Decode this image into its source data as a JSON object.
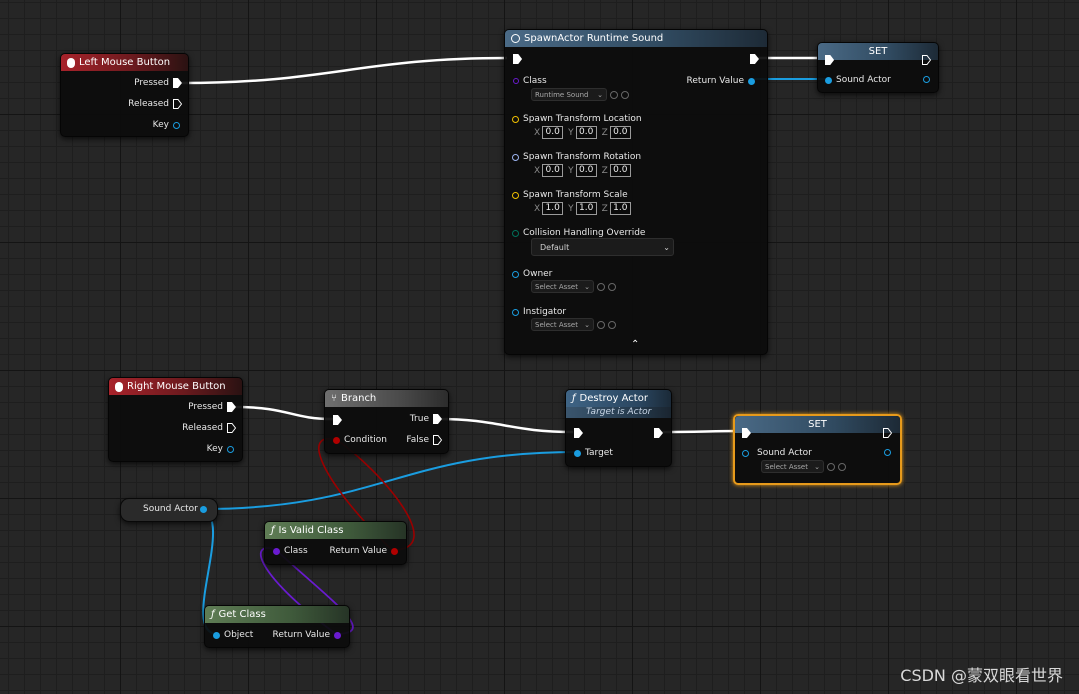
{
  "nodes": {
    "left_mouse": {
      "title": "Left Mouse Button",
      "pressed": "Pressed",
      "released": "Released",
      "key": "Key"
    },
    "spawn_actor": {
      "title": "SpawnActor Runtime Sound",
      "class_label": "Class",
      "class_value": "Runtime Sound",
      "return_value": "Return Value",
      "loc_label": "Spawn Transform Location",
      "loc": [
        "0.0",
        "0.0",
        "0.0"
      ],
      "rot_label": "Spawn Transform Rotation",
      "rot": [
        "0.0",
        "0.0",
        "0.0"
      ],
      "scale_label": "Spawn Transform Scale",
      "scale": [
        "1.0",
        "1.0",
        "1.0"
      ],
      "axes": [
        "X",
        "Y",
        "Z"
      ],
      "collision_label": "Collision Handling Override",
      "collision_value": "Default",
      "owner_label": "Owner",
      "owner_value": "Select Asset",
      "instigator_label": "Instigator",
      "instigator_value": "Select Asset"
    },
    "set_top": {
      "title": "SET",
      "pin": "Sound Actor"
    },
    "right_mouse": {
      "title": "Right Mouse Button",
      "pressed": "Pressed",
      "released": "Released",
      "key": "Key"
    },
    "branch": {
      "title": "Branch",
      "condition": "Condition",
      "true_label": "True",
      "false_label": "False"
    },
    "destroy_actor": {
      "title": "Destroy Actor",
      "subtitle": "Target is Actor",
      "target": "Target"
    },
    "set_bottom": {
      "title": "SET",
      "pin": "Sound Actor",
      "value": "Select Asset"
    },
    "sound_actor_var": {
      "label": "Sound Actor"
    },
    "is_valid_class": {
      "title": "Is Valid Class",
      "class_label": "Class",
      "return_value": "Return Value"
    },
    "get_class": {
      "title": "Get Class",
      "object": "Object",
      "return_value": "Return Value"
    }
  },
  "watermark": "CSDN @蒙双眼看世界",
  "colors": {
    "exec": "#ffffff",
    "object": "#00a8f0",
    "class": "#6a1bd0",
    "bool": "#b00000",
    "vector": "#f0c000",
    "rotator": "#9cb4f0",
    "enum": "#00705a"
  }
}
